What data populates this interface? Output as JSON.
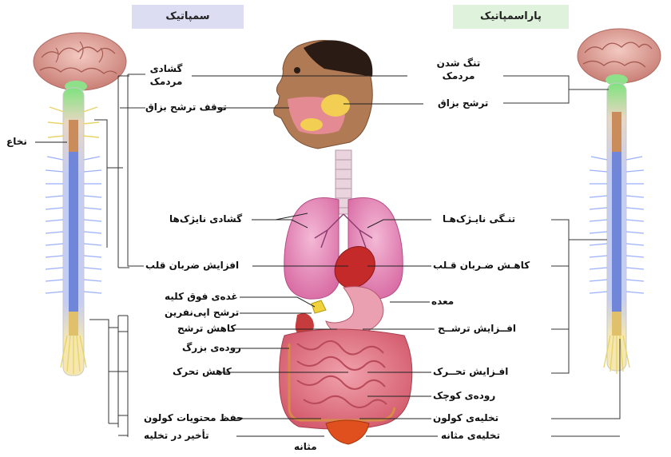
{
  "headers": {
    "sympathetic": "سمپاتیک",
    "parasympathetic": "پاراسمپاتیک"
  },
  "labels": {
    "spinal_cord": "نخاع",
    "pupil_dilation_1": "گشادی",
    "pupil_dilation_2": "مردمک",
    "saliva_stop": "توقف ترشح بزاق",
    "bronchi_dilation": "گشادی نایژک‌ها",
    "heart_rate_up": "افزایش ضربان قلب",
    "adrenal_gland": "غده‌ی فوق کلیه",
    "epinephrine": "ترشح اپی‌نفرین",
    "secretion_down": "کاهش ترشح",
    "large_intestine": "روده‌ی بزرگ",
    "motility_down": "کاهش تحرک",
    "colon_retain": "حفظ محتویات کولون",
    "delay_emptying": "تأخیر در تخلیه",
    "bladder": "مثانه",
    "pupil_constrict_1": "تنگ شدن",
    "pupil_constrict_2": "مردمک",
    "saliva_secretion": "ترشح بزاق",
    "bronchi_constrict": "تنـگی نایـژک‌هـا",
    "heart_rate_down": "کاهـش ضـربان قـلب",
    "stomach": "معده",
    "secretion_up": "افــزایش ترشــح",
    "motility_up": "افـزایش تحــرک",
    "small_intestine": "روده‌ی کوچک",
    "colon_empty": "تخلیه‌ی کولون",
    "bladder_empty": "تخلیه‌ی مثانه"
  }
}
